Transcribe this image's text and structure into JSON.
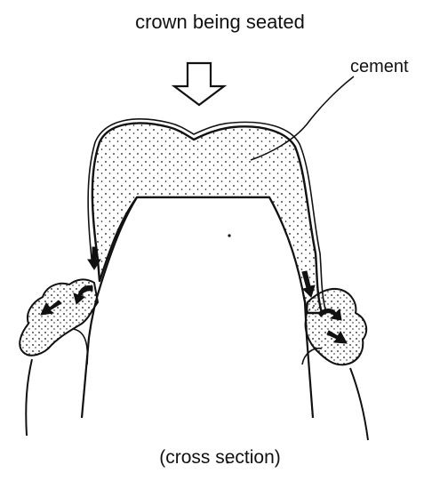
{
  "diagram": {
    "title": "crown being seated",
    "cement_label": "cement",
    "caption": "(cross section)"
  },
  "colors": {
    "ink": "#111111",
    "paper": "#ffffff"
  }
}
